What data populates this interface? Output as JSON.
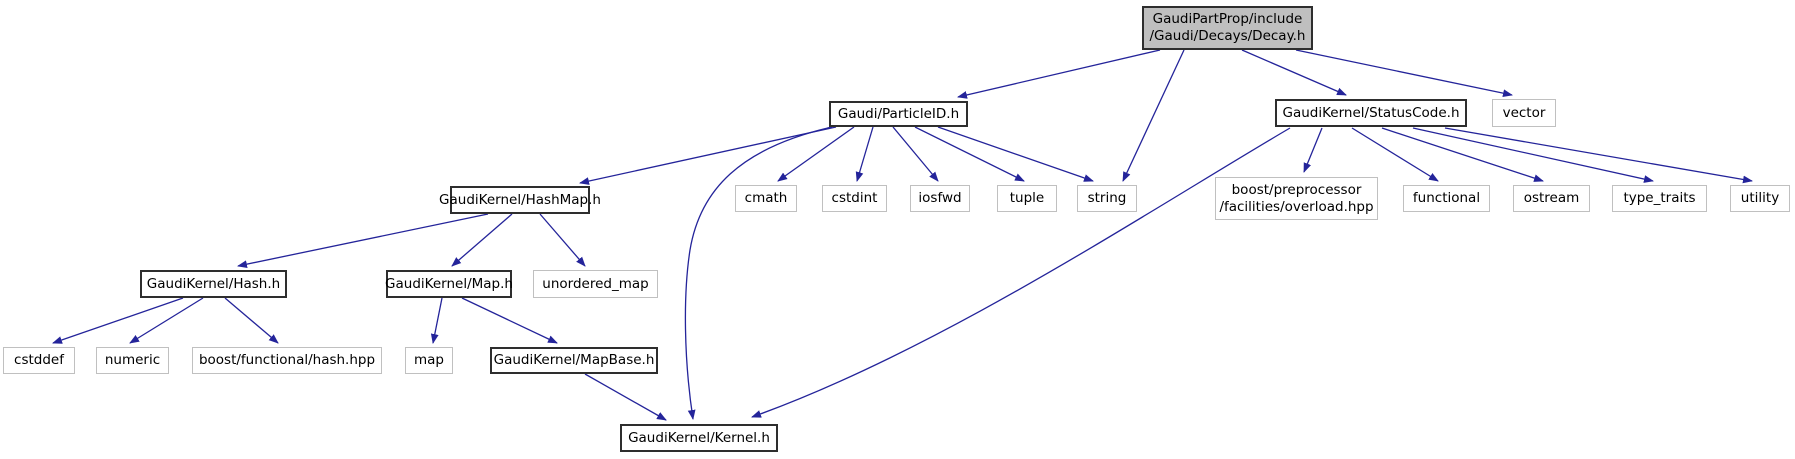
{
  "graph": {
    "type": "include-dependency-graph",
    "colors": {
      "edge": "#24249a",
      "node_border_dark": "#2e2e2e",
      "node_border_light": "#c0c0c0",
      "root_fill": "#bfbfbf",
      "node_fill": "#ffffff",
      "text": "#000000",
      "background": "#ffffff"
    },
    "nodes": [
      {
        "id": "decay",
        "label_line1": "GaudiPartProp/include",
        "label_line2": "/Gaudi/Decays/Decay.h"
      },
      {
        "id": "particleid",
        "label": "Gaudi/ParticleID.h"
      },
      {
        "id": "statuscode",
        "label": "GaudiKernel/StatusCode.h"
      },
      {
        "id": "vector",
        "label": "vector"
      },
      {
        "id": "hashmap",
        "label": "GaudiKernel/HashMap.h"
      },
      {
        "id": "cmath",
        "label": "cmath"
      },
      {
        "id": "cstdint",
        "label": "cstdint"
      },
      {
        "id": "iosfwd",
        "label": "iosfwd"
      },
      {
        "id": "tuple",
        "label": "tuple"
      },
      {
        "id": "string",
        "label": "string"
      },
      {
        "id": "boost_overload",
        "label_line1": "boost/preprocessor",
        "label_line2": "/facilities/overload.hpp"
      },
      {
        "id": "functional",
        "label": "functional"
      },
      {
        "id": "ostream",
        "label": "ostream"
      },
      {
        "id": "type_traits",
        "label": "type_traits"
      },
      {
        "id": "utility",
        "label": "utility"
      },
      {
        "id": "hash",
        "label": "GaudiKernel/Hash.h"
      },
      {
        "id": "map_h",
        "label": "GaudiKernel/Map.h"
      },
      {
        "id": "unordered_map",
        "label": "unordered_map"
      },
      {
        "id": "cstddef",
        "label": "cstddef"
      },
      {
        "id": "numeric",
        "label": "numeric"
      },
      {
        "id": "boost_hash_hpp",
        "label": "boost/functional/hash.hpp"
      },
      {
        "id": "map",
        "label": "map"
      },
      {
        "id": "mapbase",
        "label": "GaudiKernel/MapBase.h"
      },
      {
        "id": "kernel",
        "label": "GaudiKernel/Kernel.h"
      }
    ],
    "edges": [
      {
        "from": "decay",
        "to": "particleid"
      },
      {
        "from": "decay",
        "to": "string"
      },
      {
        "from": "decay",
        "to": "statuscode"
      },
      {
        "from": "decay",
        "to": "vector"
      },
      {
        "from": "particleid",
        "to": "hashmap"
      },
      {
        "from": "particleid",
        "to": "cmath"
      },
      {
        "from": "particleid",
        "to": "cstdint"
      },
      {
        "from": "particleid",
        "to": "iosfwd"
      },
      {
        "from": "particleid",
        "to": "tuple"
      },
      {
        "from": "particleid",
        "to": "string"
      },
      {
        "from": "particleid",
        "to": "kernel"
      },
      {
        "from": "statuscode",
        "to": "boost_overload"
      },
      {
        "from": "statuscode",
        "to": "functional"
      },
      {
        "from": "statuscode",
        "to": "ostream"
      },
      {
        "from": "statuscode",
        "to": "type_traits"
      },
      {
        "from": "statuscode",
        "to": "utility"
      },
      {
        "from": "statuscode",
        "to": "kernel"
      },
      {
        "from": "hashmap",
        "to": "hash"
      },
      {
        "from": "hashmap",
        "to": "map_h"
      },
      {
        "from": "hashmap",
        "to": "unordered_map"
      },
      {
        "from": "hash",
        "to": "cstddef"
      },
      {
        "from": "hash",
        "to": "numeric"
      },
      {
        "from": "hash",
        "to": "boost_hash_hpp"
      },
      {
        "from": "map_h",
        "to": "map"
      },
      {
        "from": "map_h",
        "to": "mapbase"
      },
      {
        "from": "mapbase",
        "to": "kernel"
      }
    ]
  }
}
